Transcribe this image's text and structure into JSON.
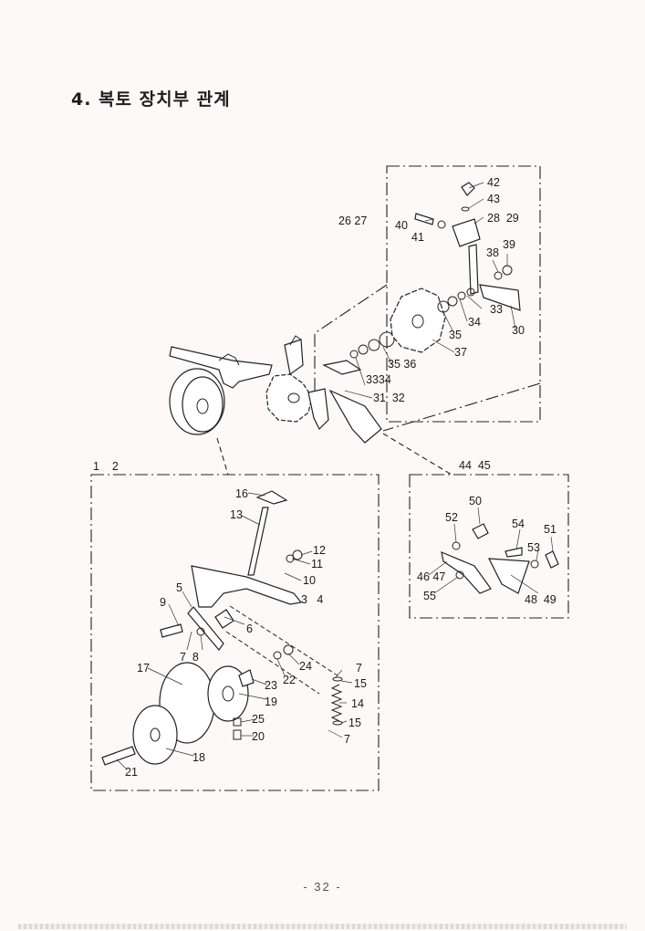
{
  "page": {
    "title": "4. 복토 장치부 관계",
    "page_number": "- 32 -"
  },
  "labels": {
    "l42": "42",
    "l43": "43",
    "l28_29": "28  29",
    "l26_27": "26 27",
    "l40": "40",
    "l41": "41",
    "l38": "38",
    "l39": "39",
    "l33a": "33",
    "l34a": "34",
    "l35a": "35",
    "l37": "37",
    "l30": "30",
    "l35b_36": "35 36",
    "l33b_34b": "3334",
    "l31_32": "31  32",
    "l1_2": "1    2",
    "l44_45": "44  45",
    "l16": "16",
    "l13": "13",
    "l12": "12",
    "l11": "11",
    "l10": "10",
    "l3_4": "3   4",
    "l5": "5",
    "l9": "9",
    "l6": "6",
    "l7_8": "7  8",
    "l24": "24",
    "l22": "22",
    "l7a": "7",
    "l15a": "15",
    "l17": "17",
    "l23": "23",
    "l19": "19",
    "l14": "14",
    "l25": "25",
    "l15b": "15",
    "l20": "20",
    "l7b": "7",
    "l18": "18",
    "l21": "21",
    "l50": "50",
    "l52": "52",
    "l54": "54",
    "l51": "51",
    "l53": "53",
    "l46_47": "46 47",
    "l55": "55",
    "l48_49": "48  49"
  }
}
